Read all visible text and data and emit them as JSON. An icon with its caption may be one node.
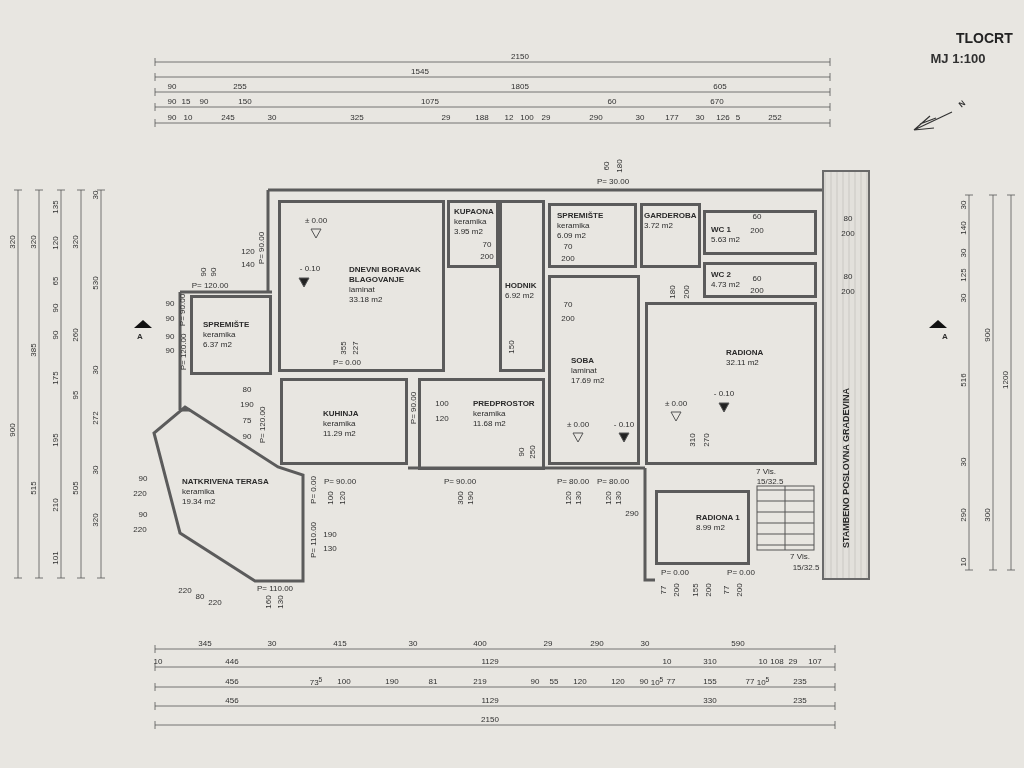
{
  "diagram": {
    "title": "TLOCRT",
    "nodes": [
      {
        "text": [
          "DNEVNI BORAVAK BLAGOVANJE",
          "laminat",
          "33.18 m2"
        ]
      },
      {
        "text": [
          "KUPAONA",
          "keramika",
          "3.95 m2"
        ]
      },
      {
        "text": [
          "HODNIK",
          "6.92 m2"
        ]
      },
      {
        "text": [
          "SPREMIŠTE",
          "keramika",
          "6.09 m2"
        ]
      },
      {
        "text": [
          "GARDEROBA",
          "3.72 m2"
        ]
      },
      {
        "text": [
          "WC 1",
          "5.63 m2"
        ]
      },
      {
        "text": [
          "WC 2",
          "4.73 m2"
        ]
      },
      {
        "text": [
          "SPREMIŠTE",
          "keramika",
          "6.37 m2"
        ]
      },
      {
        "text": [
          "KUHINJA",
          "keramika",
          "11.29 m2"
        ]
      },
      {
        "text": [
          "PREDPROSTOR",
          "keramika",
          "11.68 m2"
        ]
      },
      {
        "text": [
          "SOBA",
          "laminat",
          "17.69 m2"
        ]
      },
      {
        "text": [
          "RADIONA",
          "32.11 m2"
        ]
      },
      {
        "text": [
          "RADIONA 1",
          "8.99 m2"
        ]
      },
      {
        "text": [
          "NATKRIVENA TERASA",
          "keramika",
          "19.34 m2"
        ]
      },
      {
        "text": [
          "STAMBENO POSLOVNA GRADEVINA"
        ]
      }
    ],
    "labels": [
      "MJ 1:100",
      "N",
      "2150",
      "1545",
      "90",
      "255",
      "1805",
      "605",
      "90",
      "15",
      "90",
      "150",
      "1075",
      "60",
      "670",
      "90",
      "10",
      "245",
      "30",
      "325",
      "29",
      "188",
      "12",
      "100",
      "29",
      "290",
      "30",
      "177",
      "30",
      "126",
      "5",
      "252",
      "60",
      "180",
      "P= 30.00",
      "320",
      "900",
      "320",
      "385",
      "515",
      "135",
      "120",
      "65",
      "90",
      "90",
      "175",
      "195",
      "210",
      "101",
      "320",
      "260",
      "95",
      "505",
      "30",
      "530",
      "30",
      "272",
      "30",
      "320",
      "A",
      "A",
      "30",
      "140",
      "30",
      "125",
      "30",
      "516",
      "30",
      "290",
      "10",
      "900",
      "300",
      "1200",
      "± 0.00",
      "- 0.10",
      "355",
      "227",
      "P= 0.00",
      "120",
      "140",
      "P= 90.00",
      "90",
      "90",
      "P= 120.00",
      "90",
      "90",
      "90",
      "90",
      "P= 90.00",
      "P= 120.00",
      "80",
      "190",
      "75",
      "90",
      "P= 120.00",
      "P= 90.00",
      "100",
      "120",
      "150",
      "70",
      "200",
      "70",
      "200",
      "70",
      "200",
      "180",
      "200",
      "60",
      "200",
      "60",
      "200",
      "80",
      "200",
      "80",
      "200",
      "± 0.00",
      "- 0.10",
      "± 0.00",
      "- 0.10",
      "310",
      "270",
      "90",
      "250",
      "P= 90.00",
      "100",
      "120",
      "P= 90.00",
      "300",
      "190",
      "P= 80.00",
      "120",
      "130",
      "P= 80.00",
      "120",
      "130",
      "P= 0.00",
      "P= 110.00",
      "190",
      "130",
      "P= 110.00",
      "160",
      "130",
      "90",
      "220",
      "90",
      "220",
      "220",
      "80",
      "220",
      "290",
      "P= 0.00",
      "P= 0.00",
      "77",
      "200",
      "155",
      "200",
      "77",
      "200",
      "7 Vis.",
      "15/32.5",
      "7 Vis.",
      "15/32.5",
      "345",
      "30",
      "415",
      "30",
      "400",
      "29",
      "290",
      "30",
      "590",
      "10",
      "446",
      "1129",
      "10",
      "310",
      "10",
      "108",
      "29",
      "107",
      "456",
      "73$^{5}$",
      "100",
      "190",
      "81",
      "219",
      "90",
      "55",
      "120",
      "120",
      "90",
      "10$^{5}$",
      "77",
      "155",
      "77",
      "10$^{5}$",
      "235",
      "456",
      "1129",
      "330",
      "235",
      "2150"
    ]
  }
}
